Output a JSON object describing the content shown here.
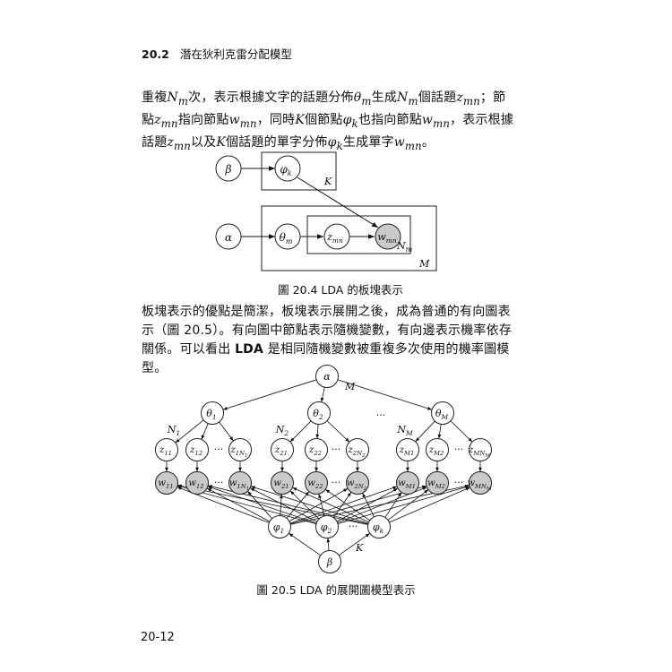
{
  "header": {
    "section_number": "20.2",
    "section_title": "潛在狄利克雷分配模型"
  },
  "paragraph1": {
    "t1": "重複",
    "m1": "N",
    "m1sub": "m",
    "t2": "次，表示根據文字的話題分佈",
    "m2": "θ",
    "m2sub": "m",
    "t3": "生成",
    "m3": "N",
    "m3sub": "m",
    "t4": "個話題",
    "m4": "z",
    "m4sub": "mn",
    "t5": "；節點",
    "m5": "z",
    "m5sub": "mn",
    "t6": "指向節點",
    "m6": "w",
    "m6sub": "mn",
    "t7": "，同時",
    "m7": "K",
    "t8": "個節點",
    "m8": "φ",
    "m8sub": "k",
    "t9": "也指向節點",
    "m9": "w",
    "m9sub": "mn",
    "t10": "，表示根據話題",
    "m10": "z",
    "m10sub": "mn",
    "t11": "以及",
    "m11": "K",
    "t12": "個話題的單字分佈",
    "m12": "φ",
    "m12sub": "k",
    "t13": "生成單字",
    "m13": "w",
    "m13sub": "mn",
    "t14": "。"
  },
  "figure1": {
    "caption": "圖 20.4  LDA 的板塊表示",
    "nodes": {
      "beta": "β",
      "phi": "φ",
      "phi_sub": "k",
      "alpha": "α",
      "theta": "θ",
      "theta_sub": "m",
      "z": "z",
      "z_sub": "mn",
      "w": "w",
      "w_sub": "mn"
    },
    "plates": {
      "k": "K",
      "n": "N",
      "n_sub": "m",
      "m": "M"
    }
  },
  "paragraph2": {
    "t1": "板塊表示的優點是簡潔，板塊表示展開之後，成為普通的有向圖表示（圖 20.5）。有向圖中節點表示隨機變數，有向邊表示機率依存關係。可以看出 ",
    "b1": "LDA",
    "t2": " 是相同隨機變數被重複多次使用的機率圖模型。"
  },
  "figure2": {
    "caption": "圖 20.5  LDA 的展開圖模型表示",
    "alpha": "α",
    "beta": "β",
    "m_label": "M",
    "k_label": "K",
    "dots": "···",
    "thetas": [
      {
        "base": "θ",
        "sub": "1"
      },
      {
        "base": "θ",
        "sub": "2"
      },
      {
        "base": "θ",
        "sub": "M"
      }
    ],
    "n_labels": [
      {
        "base": "N",
        "sub": "1"
      },
      {
        "base": "N",
        "sub": "2"
      },
      {
        "base": "N",
        "sub": "M"
      }
    ],
    "z_nodes": [
      {
        "base": "z",
        "sub": "11"
      },
      {
        "base": "z",
        "sub": "12"
      },
      {
        "base": "z",
        "sub": "1N",
        "sub2": "1"
      },
      {
        "base": "z",
        "sub": "21"
      },
      {
        "base": "z",
        "sub": "22"
      },
      {
        "base": "z",
        "sub": "2N",
        "sub2": "2"
      },
      {
        "base": "z",
        "sub": "M1"
      },
      {
        "base": "z",
        "sub": "M2"
      },
      {
        "base": "z",
        "sub": "MN",
        "sub2": "M"
      }
    ],
    "w_nodes": [
      {
        "base": "w",
        "sub": "11"
      },
      {
        "base": "w",
        "sub": "12"
      },
      {
        "base": "w",
        "sub": "1N",
        "sub2": "1"
      },
      {
        "base": "w",
        "sub": "21"
      },
      {
        "base": "w",
        "sub": "22"
      },
      {
        "base": "w",
        "sub": "2N",
        "sub2": "2"
      },
      {
        "base": "w",
        "sub": "M1"
      },
      {
        "base": "w",
        "sub": "M2"
      },
      {
        "base": "w",
        "sub": "MN",
        "sub2": "M"
      }
    ],
    "phis": [
      {
        "base": "φ",
        "sub": "1"
      },
      {
        "base": "φ",
        "sub": "2"
      },
      {
        "base": "φ",
        "sub": "k"
      }
    ]
  },
  "footer": {
    "page_number": "20-12"
  }
}
